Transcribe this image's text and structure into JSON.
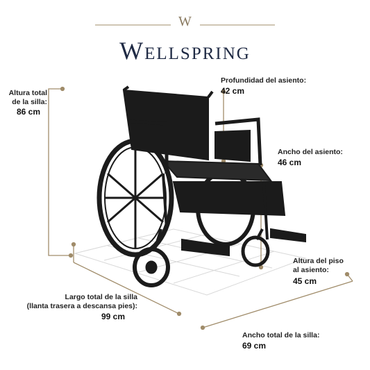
{
  "brand": {
    "mark": "W",
    "name": "Wellspring"
  },
  "colors": {
    "accent": "#a08c6a",
    "navy": "#1f2a44",
    "frame": "#1b1b1b"
  },
  "measurements": {
    "altura_total": {
      "label_line1": "Altura total",
      "label_line2": "de la silla:",
      "value": "86 cm"
    },
    "profundidad": {
      "label": "Profundidad del asiento:",
      "value": "42 cm"
    },
    "ancho_asiento": {
      "label": "Ancho del asiento:",
      "value": "46 cm"
    },
    "altura_piso": {
      "label_line1": "Altura del piso",
      "label_line2": "al asiento:",
      "value": "45 cm"
    },
    "largo_total": {
      "label_line1": "Largo total de la silla",
      "label_line2": "(llanta trasera a descansa pies):",
      "value": "99 cm"
    },
    "ancho_total": {
      "label": "Ancho total de la silla:",
      "value": "69 cm"
    }
  }
}
